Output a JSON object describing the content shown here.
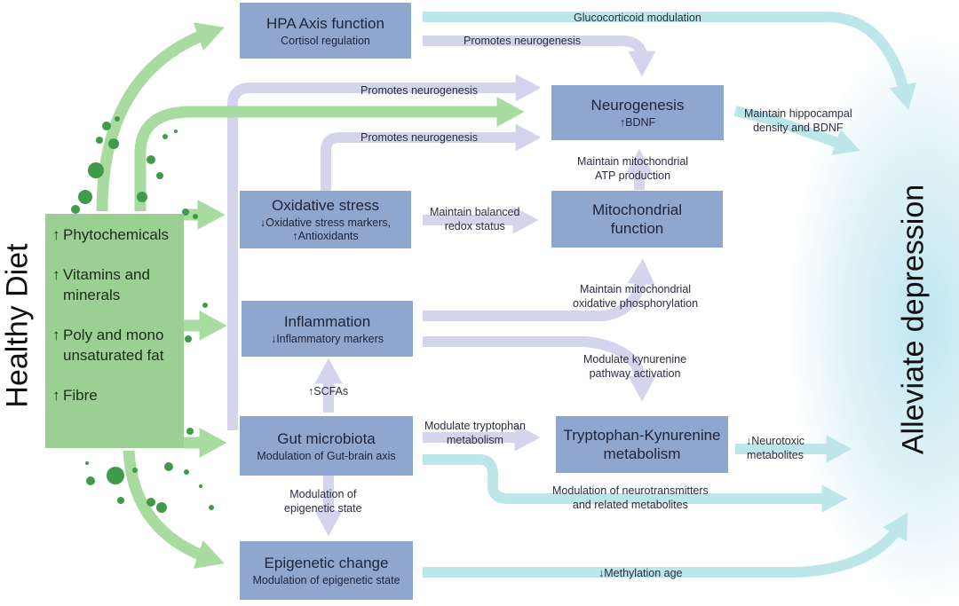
{
  "diet": {
    "title": "Healthy Diet",
    "items": [
      {
        "arrow": "↑",
        "text": "Phytochemicals"
      },
      {
        "arrow": "↑",
        "text": "Vitamins and\nminerals"
      },
      {
        "arrow": "↑",
        "text": "Poly and mono\nunsaturated fat"
      },
      {
        "arrow": "↑",
        "text": "Fibre"
      }
    ]
  },
  "outcome": "Alleviate depression",
  "boxes": {
    "hpa": {
      "title": "HPA Axis function",
      "subtitle": "Cortisol regulation"
    },
    "neurogenesis": {
      "title": "Neurogenesis",
      "subtitle": "↑BDNF"
    },
    "oxidative": {
      "title": "Oxidative stress",
      "subtitle": "↓Oxidative stress markers,\n↑Antioxidants"
    },
    "mitochondrial": {
      "title": "Mitochondrial\nfunction",
      "subtitle": ""
    },
    "inflammation": {
      "title": "Inflammation",
      "subtitle": "↓Inflammatory markers"
    },
    "gut": {
      "title": "Gut microbiota",
      "subtitle": "Modulation of Gut-brain axis"
    },
    "kynurenine": {
      "title": "Tryptophan-Kynurenine\nmetabolism",
      "subtitle": ""
    },
    "epigenetic": {
      "title": "Epigenetic change",
      "subtitle": "Modulation of epigenetic state"
    }
  },
  "labels": {
    "glucocorticoid": "Glucocorticoid modulation",
    "promotes_hpa": "Promotes neurogenesis",
    "promotes_top": "Promotes neurogenesis",
    "promotes_ox": "Promotes neurogenesis",
    "hippocampal": "Maintain hippocampal\ndensity and BDNF",
    "atp": "Maintain mitochondrial\nATP production",
    "redox": "Maintain balanced\nredox status",
    "oxphos": "Maintain mitochondrial\noxidative phosphorylation",
    "kyn_path": "Modulate kynurenine\npathway activation",
    "scfas": "↑SCFAs",
    "tryptophan": "Modulate tryptophan\nmetabolism",
    "neurotoxic": "↓Neurotoxic\nmetabolites",
    "neurotransmitters": "Modulation of neurotransmitters\nand related metabolites",
    "epigenetic_state": "Modulation of\nepigenetic state",
    "methylation": "↓Methylation age"
  },
  "watermark": "搜狐号@谷禾健康",
  "colors": {
    "box": "#8fa6cf",
    "diet": "#9ccf94",
    "green_arrow": "#a8dba0",
    "lavender_arrow": "#d4d4ec",
    "cyan_arrow": "#bde6ea"
  },
  "icons": [
    "green-bubble-icon"
  ]
}
